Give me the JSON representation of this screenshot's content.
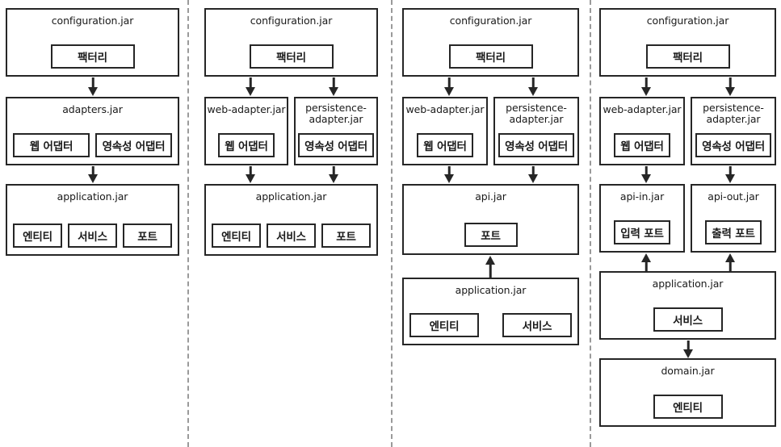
{
  "diagram": {
    "title": "Java module/jar layering variants (Hexagonal architecture build artifacts)",
    "ink_color": "#262626",
    "divider_color": "#9a9a9a",
    "background": "#ffffff"
  },
  "labels": {
    "configuration_jar": "configuration.jar",
    "adapters_jar": "adapters.jar",
    "application_jar": "application.jar",
    "web_adapter_jar": "web-adapter.jar",
    "persistence_adapter_jar": "persistence-\nadapter.jar",
    "api_jar": "api.jar",
    "api_in_jar": "api-in.jar",
    "api_out_jar": "api-out.jar",
    "domain_jar": "domain.jar",
    "factory": "팩터리",
    "web_adapter": "웹 어댑터",
    "persistence_adapter": "영속성 어댑터",
    "entity": "엔티티",
    "service": "서비스",
    "port": "포트",
    "in_port": "입력 포트",
    "out_port": "출력 포트"
  },
  "columns": [
    {
      "id": "variant-1",
      "name": "single-adapters-jar",
      "jars": [
        {
          "name": "configuration",
          "title": "configuration.jar",
          "components": [
            "팩터리"
          ]
        },
        {
          "name": "adapters",
          "title": "adapters.jar",
          "components": [
            "웹 어댑터",
            "영속성 어댑터"
          ]
        },
        {
          "name": "application",
          "title": "application.jar",
          "components": [
            "엔티티",
            "서비스",
            "포트"
          ]
        }
      ],
      "arrows": [
        {
          "from": "configuration.jar",
          "to": "adapters.jar",
          "direction": "down"
        },
        {
          "from": "adapters.jar",
          "to": "application.jar",
          "direction": "down"
        }
      ]
    },
    {
      "id": "variant-2",
      "name": "split-adapter-jars",
      "jars": [
        {
          "name": "configuration",
          "title": "configuration.jar",
          "components": [
            "팩터리"
          ]
        },
        {
          "name": "web-adapter",
          "title": "web-adapter.jar",
          "components": [
            "웹 어댑터"
          ]
        },
        {
          "name": "persistence-adapter",
          "title": "persistence-\nadapter.jar",
          "components": [
            "영속성 어댑터"
          ]
        },
        {
          "name": "application",
          "title": "application.jar",
          "components": [
            "엔티티",
            "서비스",
            "포트"
          ]
        }
      ],
      "arrows": [
        {
          "from": "configuration.jar",
          "to": "web-adapter.jar",
          "direction": "down"
        },
        {
          "from": "configuration.jar",
          "to": "persistence-adapter.jar",
          "direction": "down"
        },
        {
          "from": "web-adapter.jar",
          "to": "application.jar",
          "direction": "down"
        },
        {
          "from": "persistence-adapter.jar",
          "to": "application.jar",
          "direction": "down"
        }
      ]
    },
    {
      "id": "variant-3",
      "name": "separate-api-jar",
      "jars": [
        {
          "name": "configuration",
          "title": "configuration.jar",
          "components": [
            "팩터리"
          ]
        },
        {
          "name": "web-adapter",
          "title": "web-adapter.jar",
          "components": [
            "웹 어댑터"
          ]
        },
        {
          "name": "persistence-adapter",
          "title": "persistence-\nadapter.jar",
          "components": [
            "영속성 어댑터"
          ]
        },
        {
          "name": "api",
          "title": "api.jar",
          "components": [
            "포트"
          ]
        },
        {
          "name": "application",
          "title": "application.jar",
          "components": [
            "엔티티",
            "서비스"
          ]
        }
      ],
      "arrows": [
        {
          "from": "configuration.jar",
          "to": "web-adapter.jar",
          "direction": "down"
        },
        {
          "from": "configuration.jar",
          "to": "persistence-adapter.jar",
          "direction": "down"
        },
        {
          "from": "web-adapter.jar",
          "to": "api.jar",
          "direction": "down"
        },
        {
          "from": "persistence-adapter.jar",
          "to": "api.jar",
          "direction": "down"
        },
        {
          "from": "application.jar",
          "to": "api.jar",
          "direction": "up"
        }
      ]
    },
    {
      "id": "variant-4",
      "name": "in-out-api-and-domain-jars",
      "jars": [
        {
          "name": "configuration",
          "title": "configuration.jar",
          "components": [
            "팩터리"
          ]
        },
        {
          "name": "web-adapter",
          "title": "web-adapter.jar",
          "components": [
            "웹 어댑터"
          ]
        },
        {
          "name": "persistence-adapter",
          "title": "persistence-\nadapter.jar",
          "components": [
            "영속성 어댑터"
          ]
        },
        {
          "name": "api-in",
          "title": "api-in.jar",
          "components": [
            "입력 포트"
          ]
        },
        {
          "name": "api-out",
          "title": "api-out.jar",
          "components": [
            "출력 포트"
          ]
        },
        {
          "name": "application",
          "title": "application.jar",
          "components": [
            "서비스"
          ]
        },
        {
          "name": "domain",
          "title": "domain.jar",
          "components": [
            "엔티티"
          ]
        }
      ],
      "arrows": [
        {
          "from": "configuration.jar",
          "to": "web-adapter.jar",
          "direction": "down"
        },
        {
          "from": "configuration.jar",
          "to": "persistence-adapter.jar",
          "direction": "down"
        },
        {
          "from": "web-adapter.jar",
          "to": "api-in.jar",
          "direction": "down"
        },
        {
          "from": "persistence-adapter.jar",
          "to": "api-out.jar",
          "direction": "down"
        },
        {
          "from": "application.jar",
          "to": "api-in.jar",
          "direction": "up"
        },
        {
          "from": "application.jar",
          "to": "api-out.jar",
          "direction": "up"
        },
        {
          "from": "application.jar",
          "to": "domain.jar",
          "direction": "down"
        }
      ]
    }
  ]
}
